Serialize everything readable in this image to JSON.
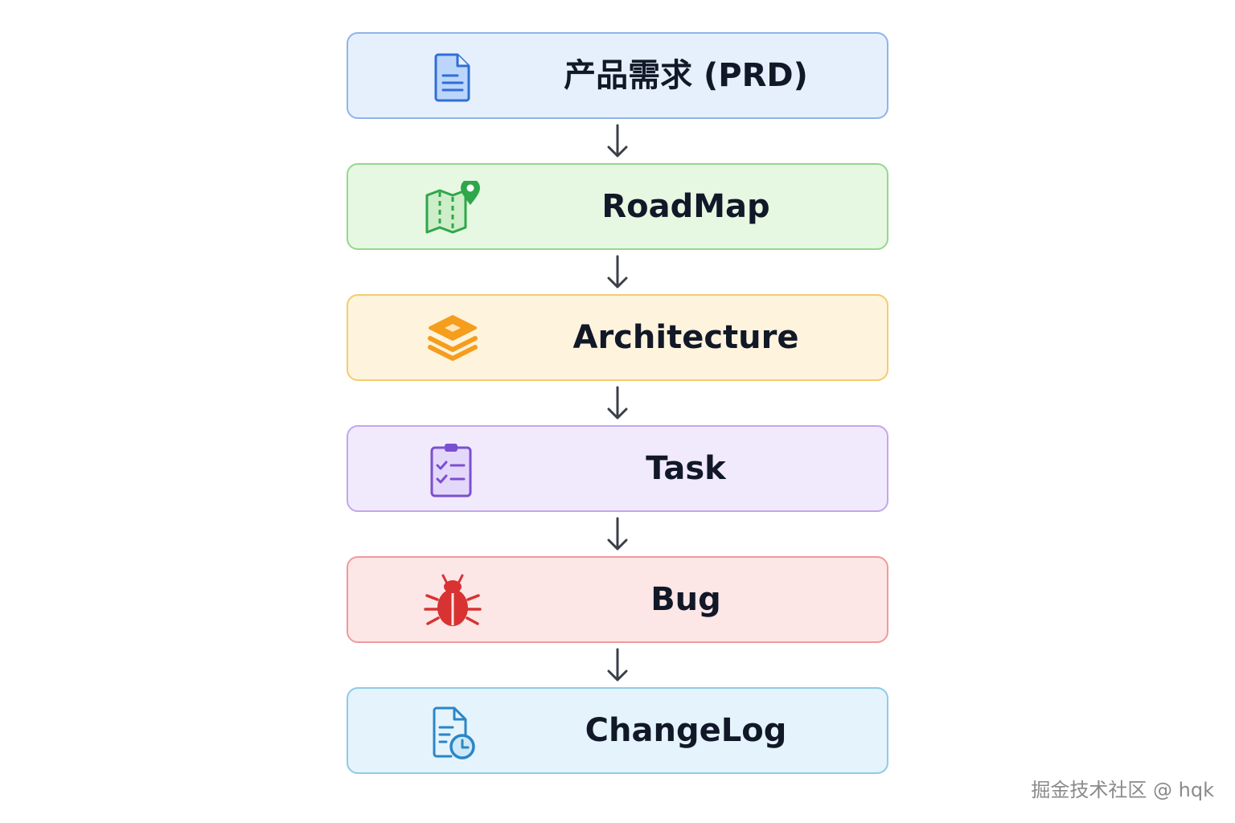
{
  "stages": [
    {
      "label": "产品需求 (PRD)",
      "icon": "document-icon",
      "bg": "#e6f0fd",
      "border": "#8fb4ec",
      "accent": "#2f6fd6"
    },
    {
      "label": "RoadMap",
      "icon": "map-pin-icon",
      "bg": "#e6f8e2",
      "border": "#93d88c",
      "accent": "#2fa64a"
    },
    {
      "label": "Architecture",
      "icon": "layers-icon",
      "bg": "#fef3dc",
      "border": "#f5cc6e",
      "accent": "#f59d1c"
    },
    {
      "label": "Task",
      "icon": "clipboard-checklist-icon",
      "bg": "#f1eafc",
      "border": "#c3a7ec",
      "accent": "#7b4fd1"
    },
    {
      "label": "Bug",
      "icon": "bug-icon",
      "bg": "#fde6e6",
      "border": "#f19a9a",
      "accent": "#d83232"
    },
    {
      "label": "ChangeLog",
      "icon": "document-clock-icon",
      "bg": "#e4f3fc",
      "border": "#8fcbe8",
      "accent": "#2a86c8"
    }
  ],
  "arrow_color": "#3a3f4a",
  "watermark": "掘金技术社区 @ hqk"
}
